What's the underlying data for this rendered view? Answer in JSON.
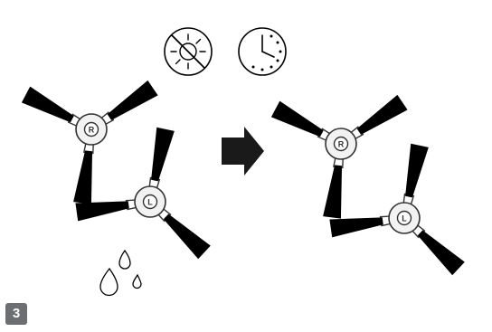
{
  "diagram": {
    "step_number": "3",
    "brush_marks": {
      "right": "R",
      "left": "L"
    },
    "icons": {
      "no_sun": "no-direct-sunlight-icon",
      "clock": "wait-time-clock-icon",
      "arrow": "right-arrow-icon",
      "drops": "water-drops-icon"
    },
    "colors": {
      "ink": "#000000",
      "outline": "#333333",
      "hub_fill": "#f2f2f2",
      "arrow": "#1a1a1a",
      "badge": "#6d6e71"
    }
  }
}
